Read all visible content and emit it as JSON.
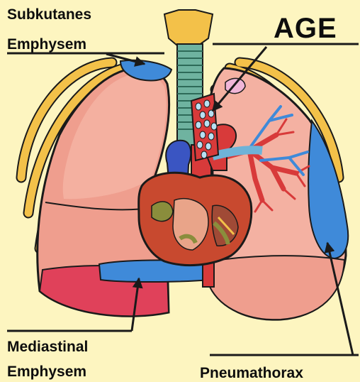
{
  "labels": {
    "subcutaneous_line1": "Subkutanes",
    "subcutaneous_line2": "Emphysem",
    "age": "AGE",
    "mediastinal_line1": "Mediastinal",
    "mediastinal_line2": "Emphysem",
    "pneumothorax": "Pneumathorax"
  },
  "colors": {
    "background": "#fdf5c0",
    "lung": "#ef9e8e",
    "lung_light": "#f4b1a2",
    "lung_dark": "#e0415a",
    "rib": "#f3c149",
    "air": "#3f8ad9",
    "artery": "#d83a3a",
    "vein": "#3a55c2",
    "heart": "#c8492f",
    "outline": "#1a1a1a"
  }
}
